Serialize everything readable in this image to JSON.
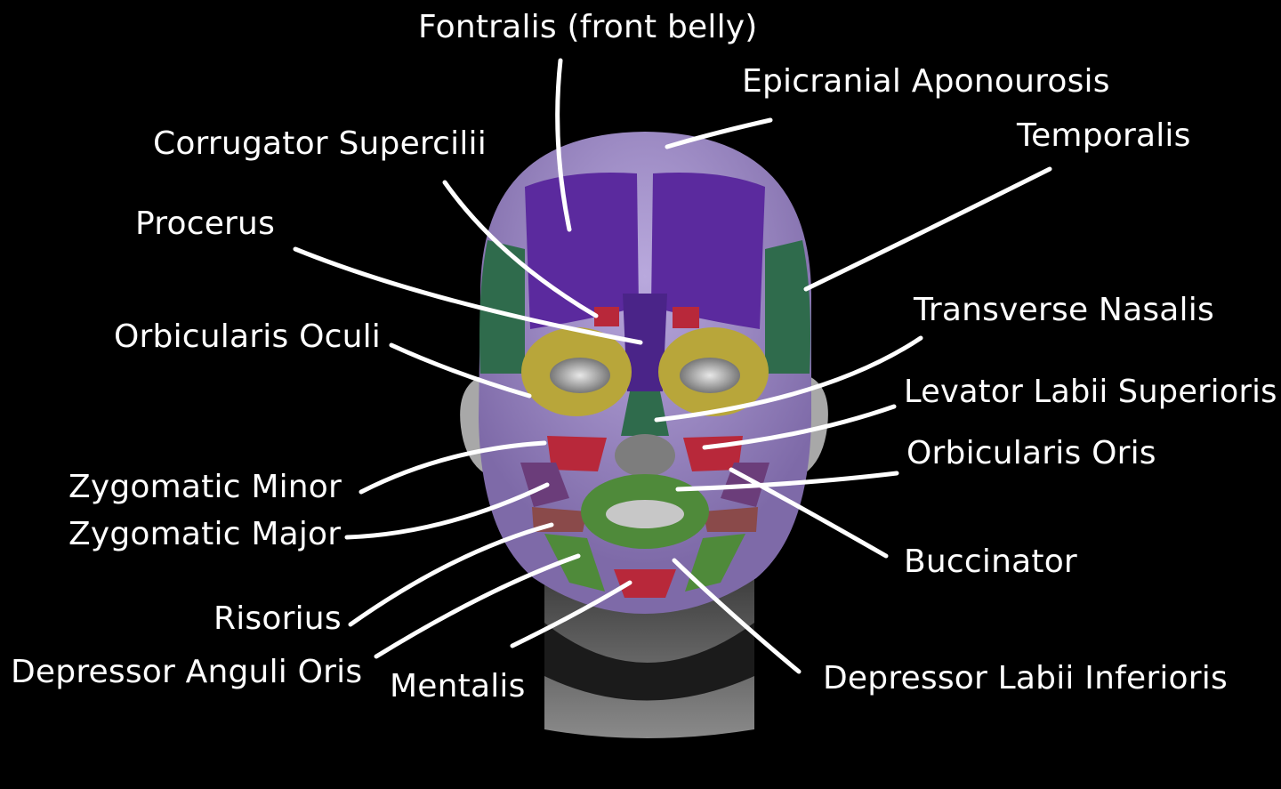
{
  "labels": {
    "fontralis": "Fontralis (front belly)",
    "epicranial": "Epicranial Aponourosis",
    "temporalis": "Temporalis",
    "corrugator": "Corrugator Supercilii",
    "procerus": "Procerus",
    "orbicularis_oculi": "Orbicularis Oculi",
    "transverse_nasalis": "Transverse Nasalis",
    "levator_labii": "Levator Labii Superioris",
    "orbicularis_oris": "Orbicularis Oris",
    "zygomatic_minor": "Zygomatic Minor",
    "zygomatic_major": "Zygomatic Major",
    "buccinator": "Buccinator",
    "risorius": "Risorius",
    "depressor_anguli": "Depressor Anguli Oris",
    "mentalis": "Mentalis",
    "depressor_labii": "Depressor Labii Inferioris"
  },
  "colors": {
    "background": "#000000",
    "frontalis": "#5b2a9e",
    "aponeurosis": "#9b86c4",
    "temporalis": "#2f6b4c",
    "orbicularis": "#b8a63a",
    "red_muscle": "#b8283a",
    "green_muscle": "#4f8a3a",
    "skin": "#b9b9b9"
  }
}
